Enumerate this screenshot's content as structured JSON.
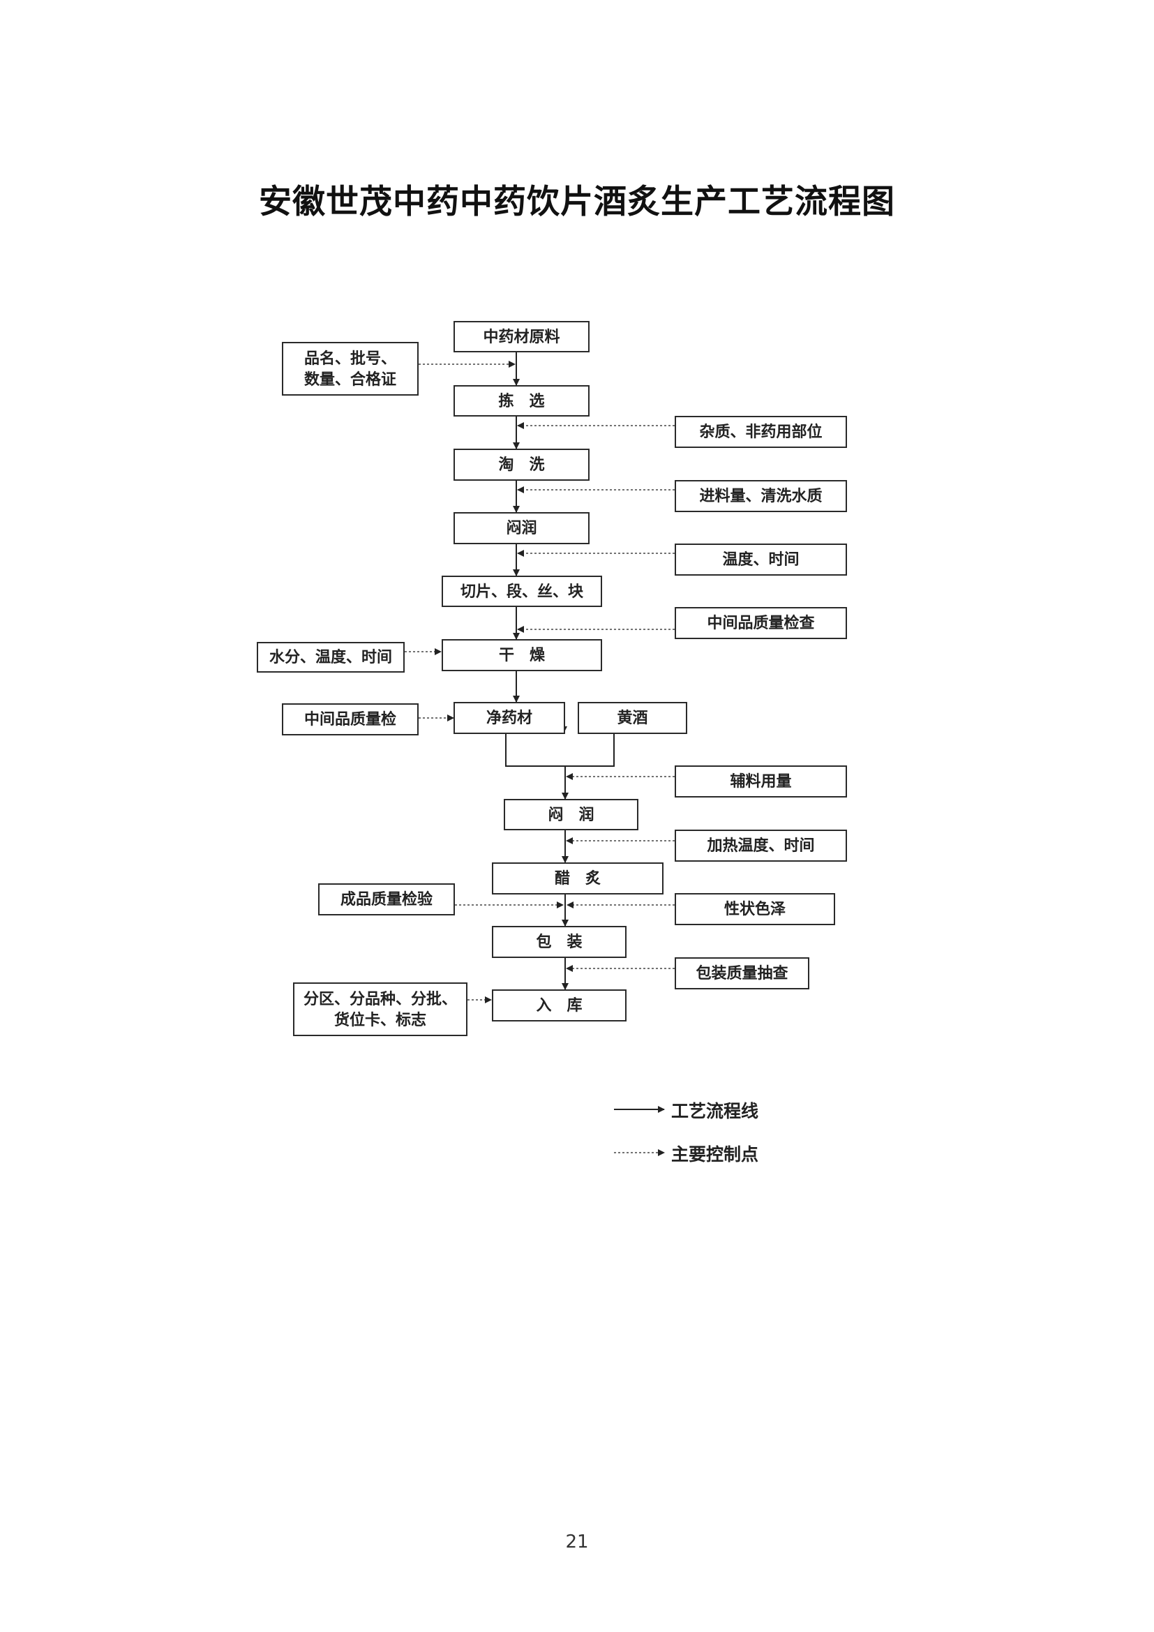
{
  "title": "安徽世茂中药中药饮片酒炙生产工艺流程图",
  "flow": {
    "raw_material": "中药材原料",
    "sorting": "拣　选",
    "washing": "淘　洗",
    "moisten_1": "闷润",
    "cutting": "切片、段、丝、块",
    "drying": "干　燥",
    "clean_material": "净药材",
    "yellow_wine": "黄酒",
    "moisten_2": "闷　润",
    "vinegar_roast": "醋　炙",
    "packaging": "包　装",
    "warehousing": "入　库"
  },
  "controls": {
    "name_batch": "品名、批号、\n数量、合格证",
    "impurities": "杂质、非药用部位",
    "feed_water": "进料量、清洗水质",
    "temp_time": "温度、时间",
    "intermediate_check": "中间品质量检查",
    "moisture_temp_time": "水分、温度、时间",
    "intermediate_inspect": "中间品质量检",
    "auxiliary_amount": "辅料用量",
    "heat_temp_time": "加热温度、时间",
    "finished_inspection": "成品质量检验",
    "appearance": "性状色泽",
    "packaging_check": "包装质量抽查",
    "storage_rules": "分区、分品种、分批、\n货位卡、标志"
  },
  "legend": {
    "process_line": "工艺流程线",
    "control_point": "主要控制点"
  },
  "page_number": "21"
}
